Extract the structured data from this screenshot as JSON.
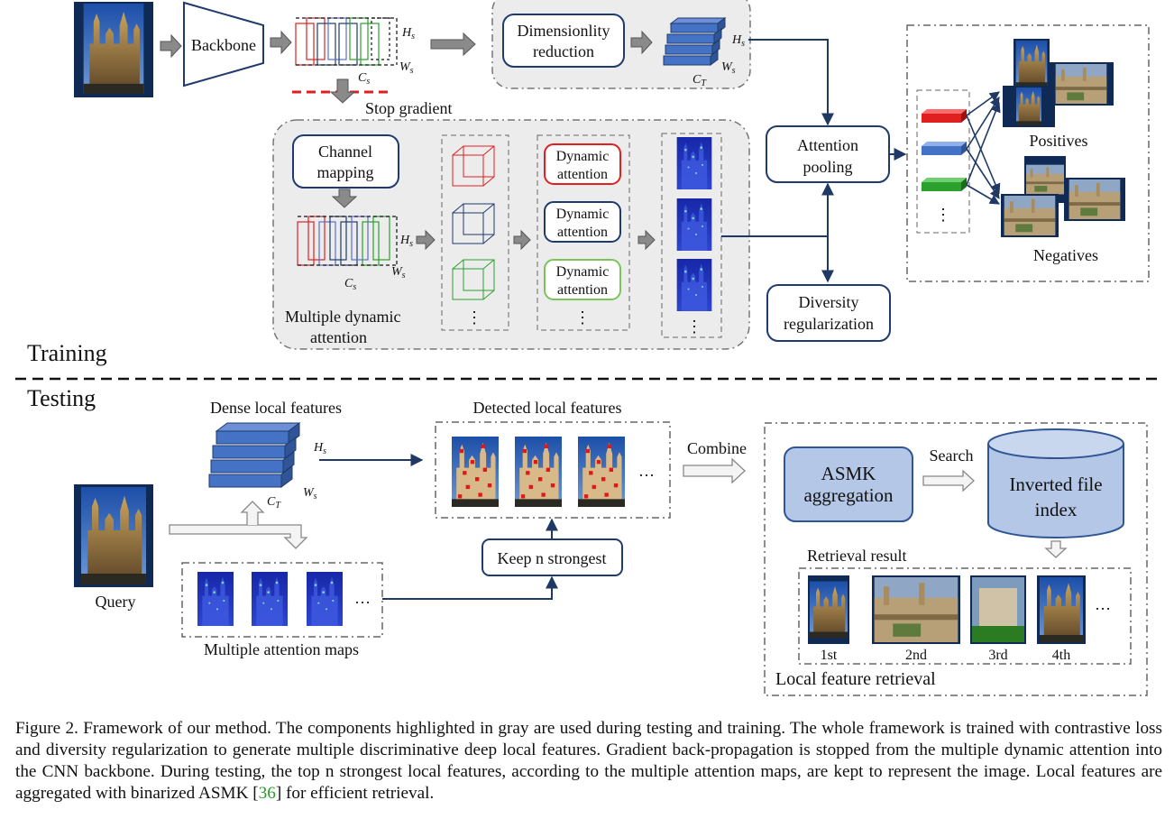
{
  "figure": {
    "training_label": "Training",
    "testing_label": "Testing",
    "backbone": "Backbone",
    "dim_reduction": [
      "Dimensionlity",
      "reduction"
    ],
    "stop_gradient": "Stop gradient",
    "channel_mapping": [
      "Channel",
      "mapping"
    ],
    "dynamic_attention": [
      "Dynamic",
      "attention"
    ],
    "multiple_dynamic_attention": [
      "Multiple dynamic",
      "attention"
    ],
    "attention_pooling": [
      "Attention",
      "pooling"
    ],
    "diversity_regularization": [
      "Diversity",
      "regularization"
    ],
    "positives": "Positives",
    "negatives": "Negatives",
    "dense_local_features": "Dense local features",
    "detected_local_features": "Detected local features",
    "combine": "Combine",
    "keep_n_strongest": "Keep n strongest",
    "query": "Query",
    "multiple_attention_maps": "Multiple attention maps",
    "asmk_aggregation": [
      "ASMK",
      "aggregation"
    ],
    "search": "Search",
    "inverted_file_index": [
      "Inverted file",
      "index"
    ],
    "retrieval_result": "Retrieval result",
    "ranks": [
      "1st",
      "2nd",
      "3rd",
      "4th"
    ],
    "local_feature_retrieval": "Local feature retrieval",
    "dims": {
      "hs": "H",
      "ws": "W",
      "cs": "C",
      "ct": "C",
      "sub_s": "s",
      "sub_t": "T"
    },
    "ellipsis": "…",
    "vdots": "⋮"
  },
  "colors": {
    "arrow_blue": "#1f3864",
    "box_blue": "#1f3a6d",
    "gray_panel": "#ececec",
    "feature_blue": "#4472c4",
    "red": "#e02020",
    "green": "#2ca02c",
    "asmk_fill": "#b4c7e7",
    "attention_map_bg": "#1b2fb8"
  },
  "caption": {
    "text_before_cite": "Figure 2. Framework of our method. The components highlighted in gray are used during testing and training. The whole framework is trained with contrastive loss and diversity regularization to generate multiple discriminative deep local features. Gradient back-propagation is stopped from the multiple dynamic attention into the CNN backbone. During testing, the top n strongest local features, according to the multiple attention maps, are kept to represent the image. Local features are aggregated with binarized ASMK [",
    "cite": "36",
    "text_after_cite": "] for efficient retrieval."
  }
}
